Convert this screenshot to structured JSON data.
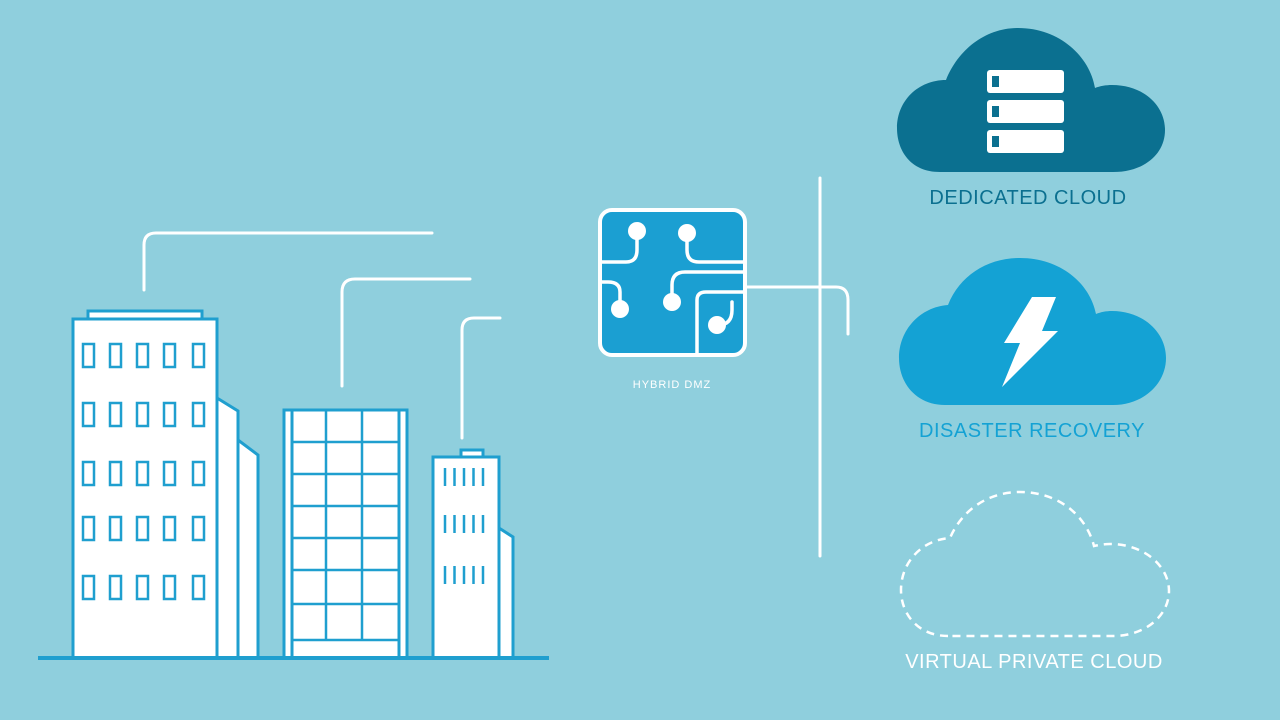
{
  "colors": {
    "background": "#8fcfdd",
    "line_white": "#ffffff",
    "building_outline": "#1f9fcf",
    "dedicated_cloud": "#0b7090",
    "disaster_cloud": "#14a2d4",
    "virtual_cloud_outline": "#ffffff",
    "chip_fill": "#1b9fd2"
  },
  "labels": {
    "hybrid_dmz": "HYBRID DMZ",
    "dedicated_cloud": "DEDICATED CLOUD",
    "disaster_recovery": "DISASTER RECOVERY",
    "virtual_private_cloud": "VIRTUAL PRIVATE CLOUD"
  },
  "icons": {
    "dedicated_cloud": "server-stack-icon",
    "disaster_recovery": "lightning-bolt-icon",
    "hybrid_dmz": "circuit-chip-icon"
  }
}
